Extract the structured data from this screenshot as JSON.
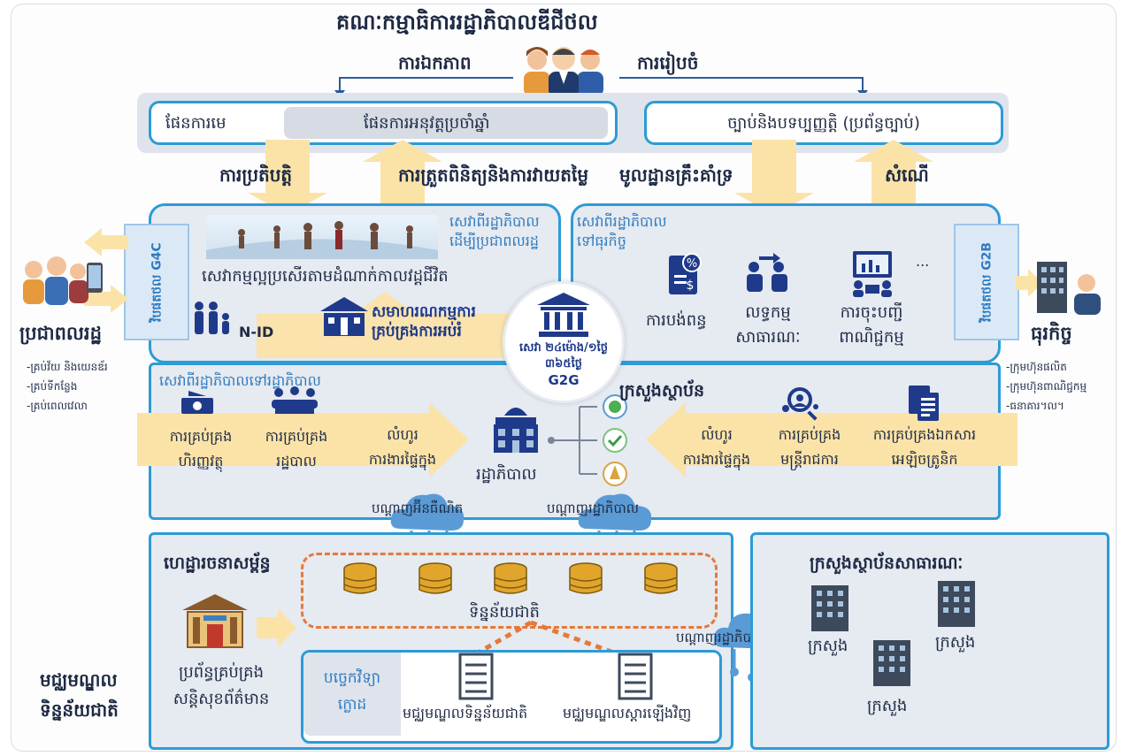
{
  "header": {
    "title": "គណៈកម្មាធិការរដ្ឋាភិបាលឌីជីថល",
    "left_label": "ការឯកភាព",
    "right_label": "ការរៀបចំ"
  },
  "plans": {
    "master_plan": "ផែនការមេ",
    "annual_plan": "ផែនការអនុវត្តប្រចាំឆ្នាំ",
    "legal": "ច្បាប់និងបទប្បញ្ញត្តិ (ប្រព័ន្ធច្បាប់)"
  },
  "flows": {
    "implementation": "ការប្រតិបត្តិ",
    "monitoring": "ការត្រួតពិនិត្យនិងការវាយតម្លៃ",
    "infrastructure": "មូលដ្ឋានគ្រឹះគាំទ្រ",
    "request": "សំណើ"
  },
  "g4c": {
    "tab": "វិបផតថល G4C",
    "header": [
      "សេវាពីរដ្ឋាភិបាល",
      "ដើម្បីប្រជាពលរដ្ឋ"
    ],
    "life_services": "សេវាកម្មល្អប្រសើរតាមដំណាក់កាលវដ្តជីវិត",
    "nid": "N-ID",
    "edu": [
      "សមាហរណកម្មការ",
      "គ្រប់គ្រងការអប់រំ"
    ]
  },
  "g2b": {
    "tab": "វិបផតថល G2B",
    "header": [
      "សេវាពីរដ្ឋាភិបាល",
      "ទៅធុរកិច្ច"
    ],
    "tax": "ការបង់ពន្ធ",
    "procurement": [
      "លទ្ធកម្ម",
      "សាធារណៈ"
    ],
    "registration": [
      "ការចុះបញ្ជី",
      "ពាណិជ្ជកម្ម"
    ],
    "more": "..."
  },
  "citizens": {
    "label": "ប្រជាពលរដ្ឋ",
    "bullets": [
      "-គ្រប់វ័យ និងយេនឌ័រ",
      "-គ្រប់ទីកន្លែង",
      "-គ្រប់ពេលវេលា"
    ]
  },
  "business": {
    "label": "ធុរកិច្ច",
    "bullets": [
      "-ក្រុមហ៊ុនផលិត",
      "-ក្រុមហ៊ុនពាណិជ្ជកម្ម",
      "-ធនាគារ។ល។"
    ]
  },
  "hub": {
    "line1": "សេវា ២៤ម៉ោង/១ថ្ងៃ",
    "line2": "៣៦៥ថ្ងៃ",
    "line3": "G2G"
  },
  "g2g": {
    "header": "សេវាពីរដ្ឋាភិបាលទៅរដ្ឋាភិបាល",
    "ministries": "ក្រសួងស្ថាប័ន",
    "finance": [
      "ការគ្រប់គ្រង",
      "ហិរញ្ញវត្ថុ"
    ],
    "admin": [
      "ការគ្រប់គ្រង",
      "រដ្ឋបាល"
    ],
    "workflow_left": [
      "លំហូរ",
      "ការងារផ្ទៃក្នុង"
    ],
    "government": "រដ្ឋាភិបាល",
    "workflow_right": [
      "លំហូរ",
      "ការងារផ្ទៃក្នុង"
    ],
    "officials": [
      "ការគ្រប់គ្រង",
      "មន្ត្រីរាជការ"
    ],
    "documents": [
      "ការគ្រប់គ្រងឯកសារ",
      "អេឡិចត្រូនិក"
    ],
    "internet": "បណ្តាញអ៊ីនធឺណិត",
    "gov_network": "បណ្តាញរដ្ឋាភិបាល"
  },
  "data_center": {
    "label": [
      "មជ្ឈមណ្ឌល",
      "ទិន្នន័យជាតិ"
    ],
    "infra": "ហេដ្ឋារចនាសម្ព័ន្ធ",
    "security": [
      "ប្រព័ន្ធគ្រប់គ្រង",
      "សន្តិសុខព័ត៌មាន"
    ],
    "national_data": "ទិន្នន័យជាតិ",
    "cloud": [
      "បច្ចេកវិទ្យា",
      "ក្លោដ"
    ],
    "ndc": "មជ្ឈមណ្ឌលទិន្នន័យជាតិ",
    "recovery": "មជ្ឈមណ្ឌលស្តារឡើងវិញ",
    "gov_network": "បណ្តាញរដ្ឋាភិបាល"
  },
  "public_institutions": {
    "title": "ក្រសួងស្ថាប័នសាធារណៈ",
    "ministry": "ក្រសួង"
  },
  "colors": {
    "accent_blue": "#2d9bd6",
    "arrow_yellow": "#fbe3a8",
    "dark_navy": "#1d2a44",
    "dashed_orange": "#e4793a"
  }
}
